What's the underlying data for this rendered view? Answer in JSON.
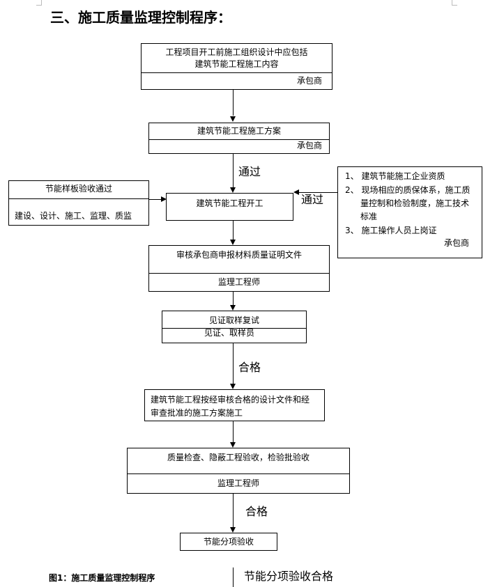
{
  "title": "三、施工质量监理控制程序：",
  "caption": "图1：施工质量监理控制程序",
  "boxes": {
    "b1": {
      "line1": "工程项目开工前施工组织设计中应包括",
      "line2": "建筑节能工程施工内容",
      "role": "承包商"
    },
    "b2": {
      "text": "建筑节能工程施工方案",
      "role": "承包商"
    },
    "left": {
      "text": "节能样板验收通过",
      "roles": "建设、设计、施工、监理、质监"
    },
    "b3": {
      "text": "建筑节能工程开工"
    },
    "right": {
      "item1": "1、 建筑节能施工企业资质",
      "item2a": "2、 现场相应的质保体系，施工质",
      "item2b": "量控制和检验制度，施工技术",
      "item2c": "标准",
      "item3": "3、 施工操作人员上岗证",
      "role": "承包商"
    },
    "b4": {
      "text": "审核承包商申报材料质量证明文件",
      "role": "监理工程师"
    },
    "b5": {
      "text": "见证取样复试",
      "role": "见证、取样员"
    },
    "b6": {
      "line1": "建筑节能工程按经审核合格的设计文件和经",
      "line2": "审查批准的施工方案施工"
    },
    "b7": {
      "text": "质量检查、隐蔽工程验收，检验批验收",
      "role": "监理工程师"
    },
    "b8": {
      "text": "节能分项验收"
    }
  },
  "labels": {
    "pass1": "通过",
    "pass2": "通过",
    "qualified1": "合格",
    "qualified2": "合格",
    "final": "节能分项验收合格"
  }
}
